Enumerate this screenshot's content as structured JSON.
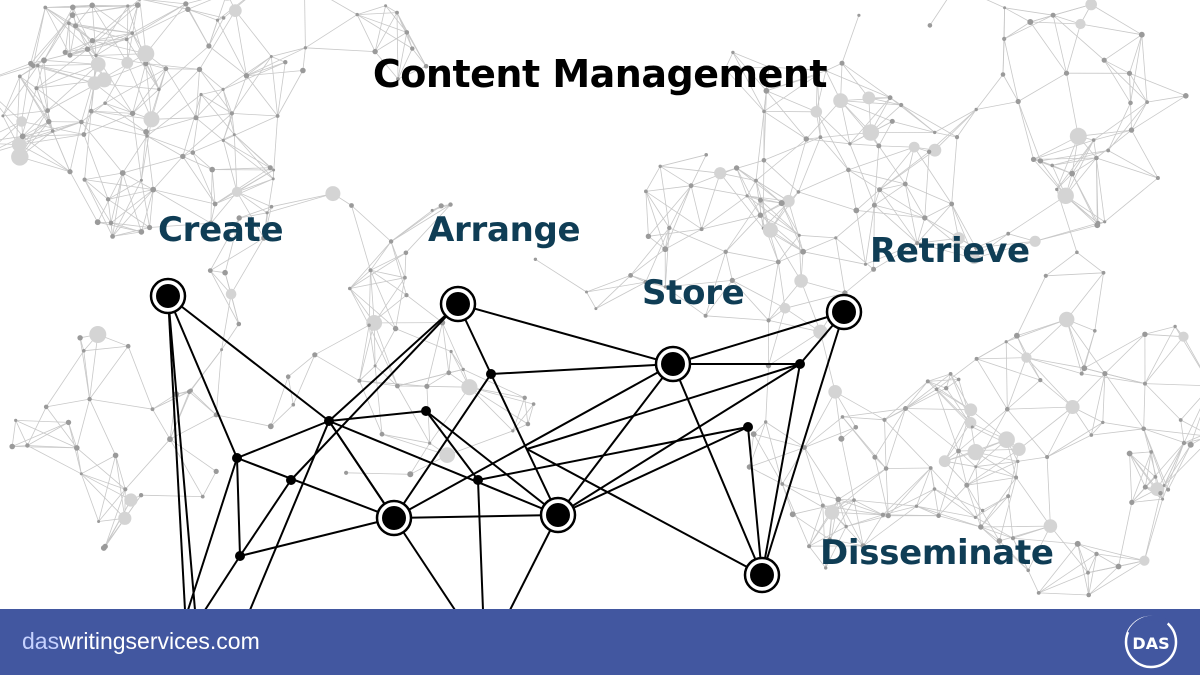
{
  "title": "Content Management",
  "stages": {
    "create": "Create",
    "arrange": "Arrange",
    "store": "Store",
    "retrieve": "Retrieve",
    "disseminate": "Disseminate"
  },
  "footer": {
    "url_accent": "das",
    "url_rest": "writingservices.com",
    "logo_text": "DAS"
  },
  "colors": {
    "label": "#0f3d55",
    "footer_bg": "#4257a0",
    "network": "#000000",
    "background_network": "#bdbdbd"
  },
  "icons": {
    "logo": "das-logo-icon"
  }
}
